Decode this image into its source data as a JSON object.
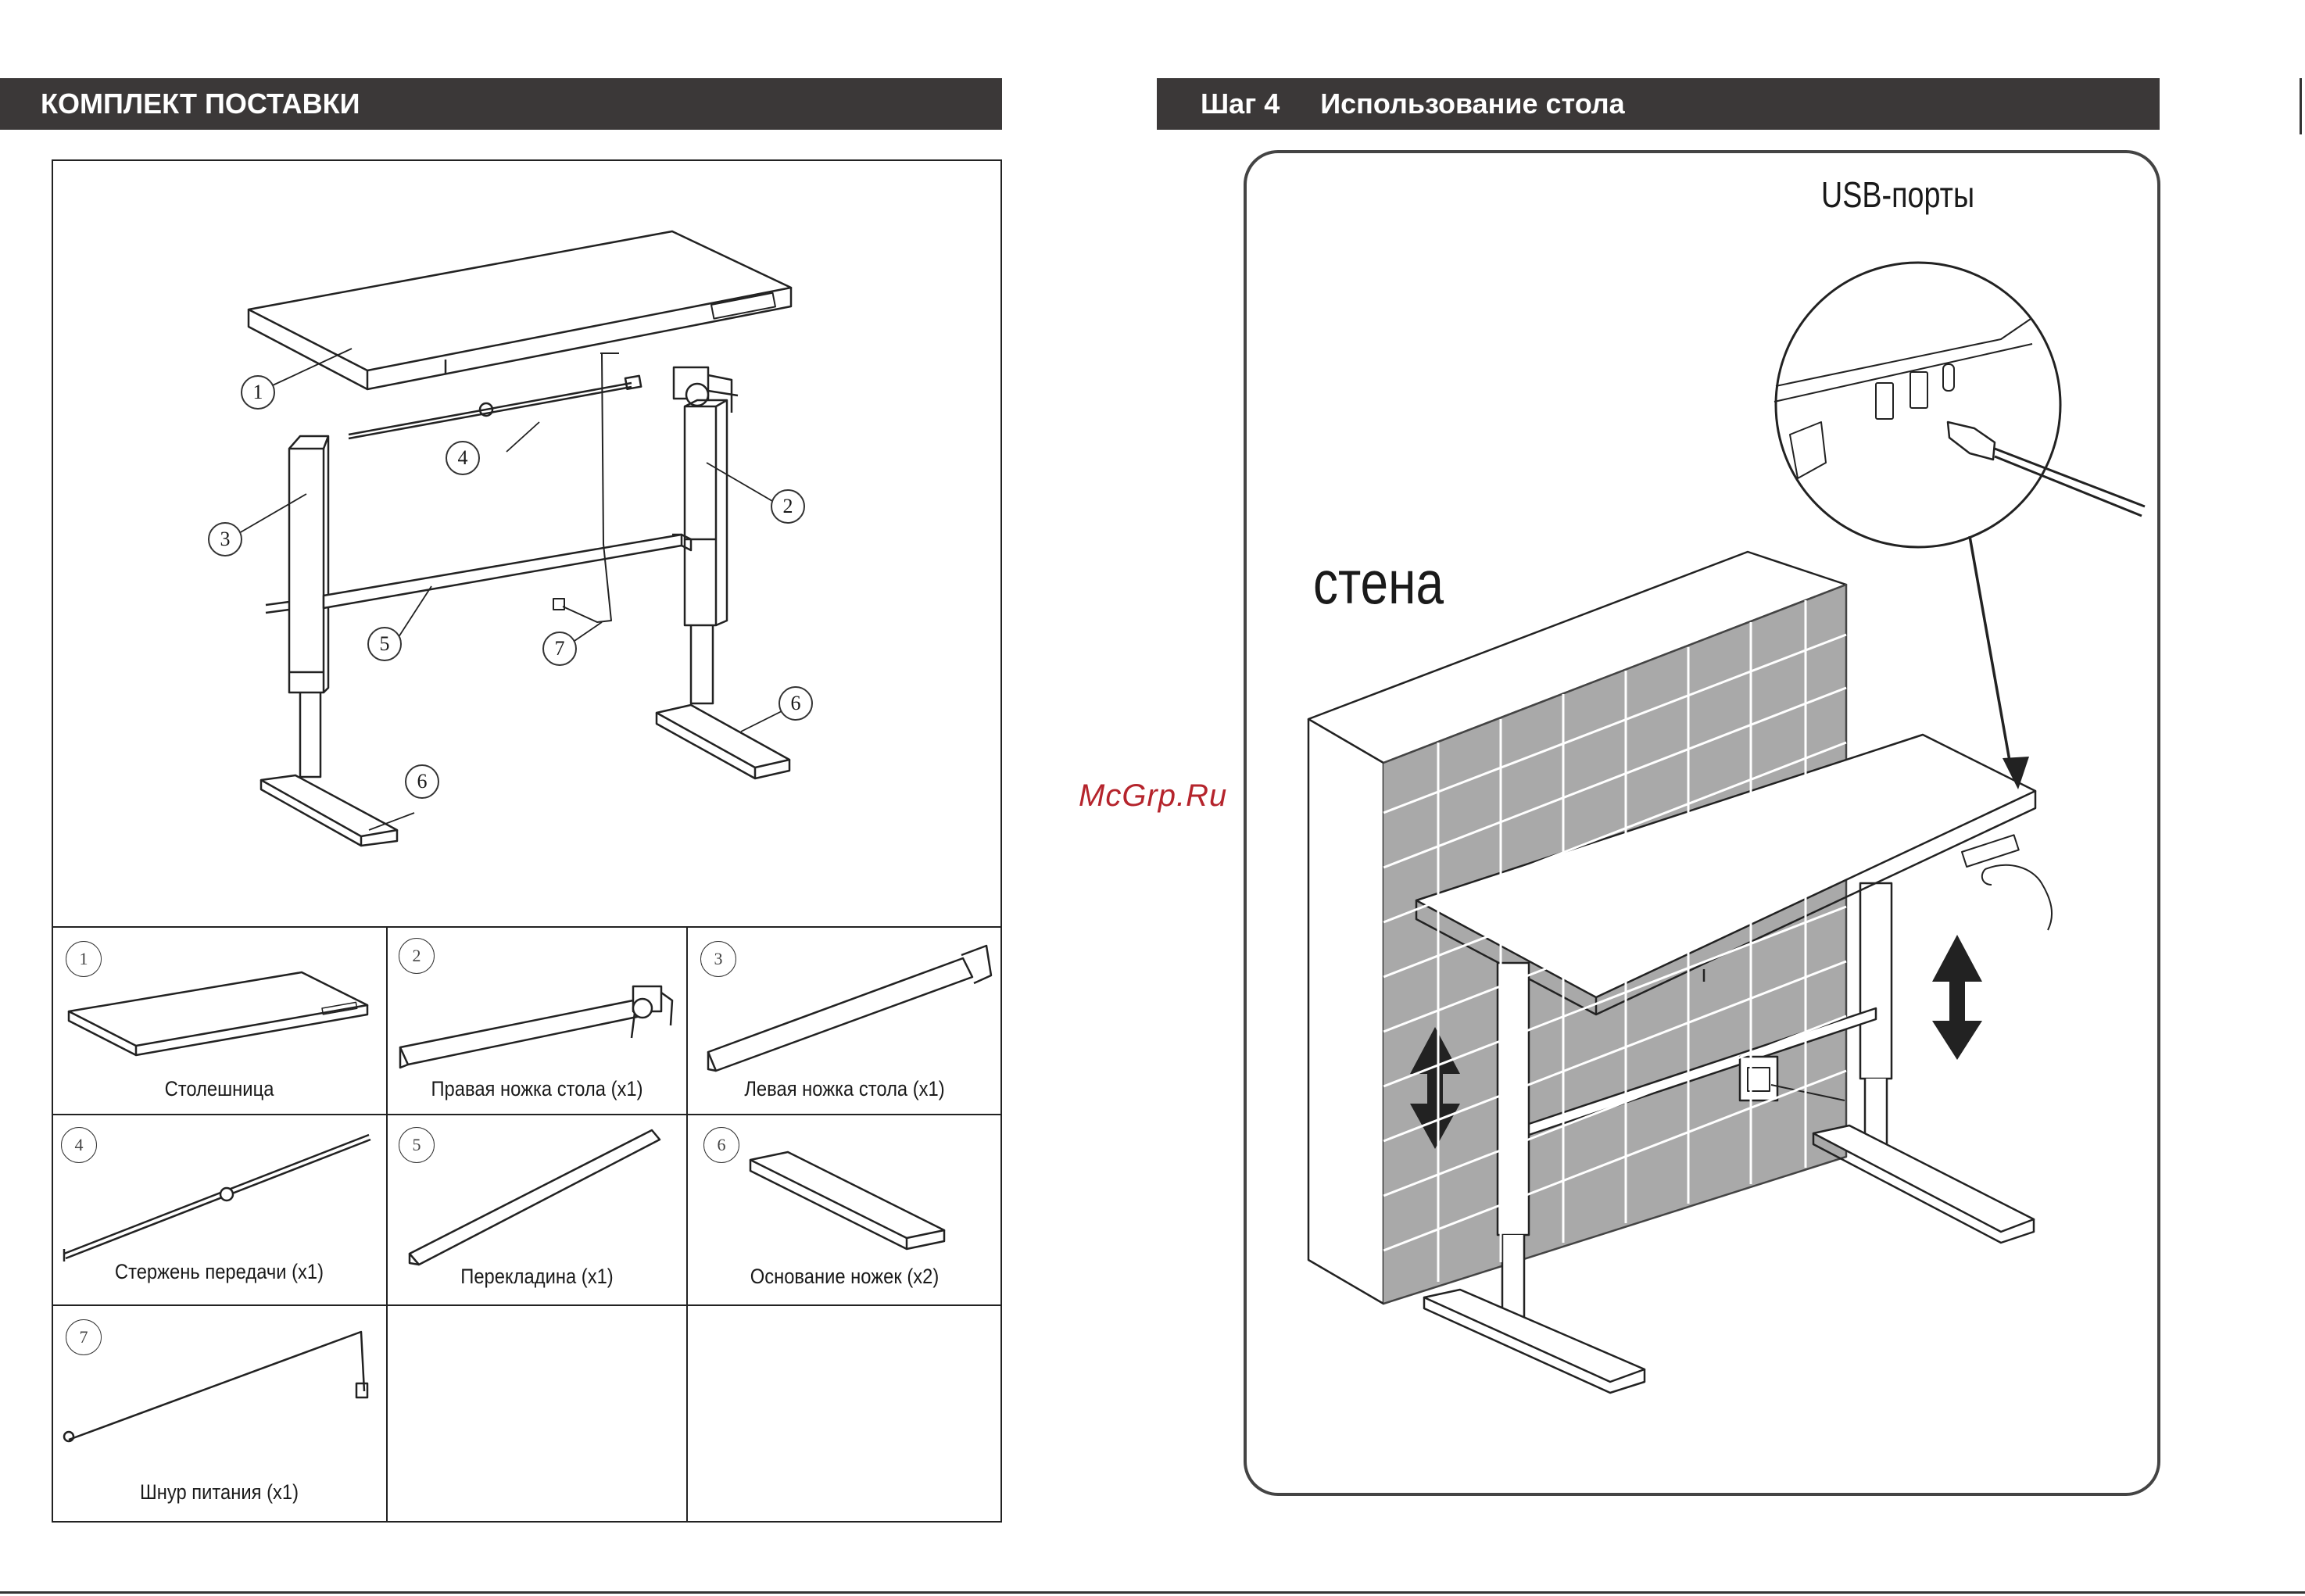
{
  "left_page": {
    "header": "КОМПЛЕКТ ПОСТАВКИ",
    "callouts": [
      "1",
      "2",
      "3",
      "4",
      "5",
      "6",
      "6",
      "7"
    ],
    "parts": [
      {
        "number": "1",
        "label": "Столешница"
      },
      {
        "number": "2",
        "label": "Правая ножка стола (x1)"
      },
      {
        "number": "3",
        "label": "Левая ножка стола (x1)"
      },
      {
        "number": "4",
        "label": "Стержень передачи (x1)"
      },
      {
        "number": "5",
        "label": "Перекладина (x1)"
      },
      {
        "number": "6",
        "label": "Основание ножек (x2)"
      },
      {
        "number": "7",
        "label": "Шнур питания (x1)"
      }
    ]
  },
  "right_page": {
    "step": "Шаг 4",
    "header": "Использование стола",
    "usb_label": "USB-порты",
    "wall_label": "стена"
  },
  "watermark": "McGrp.Ru"
}
